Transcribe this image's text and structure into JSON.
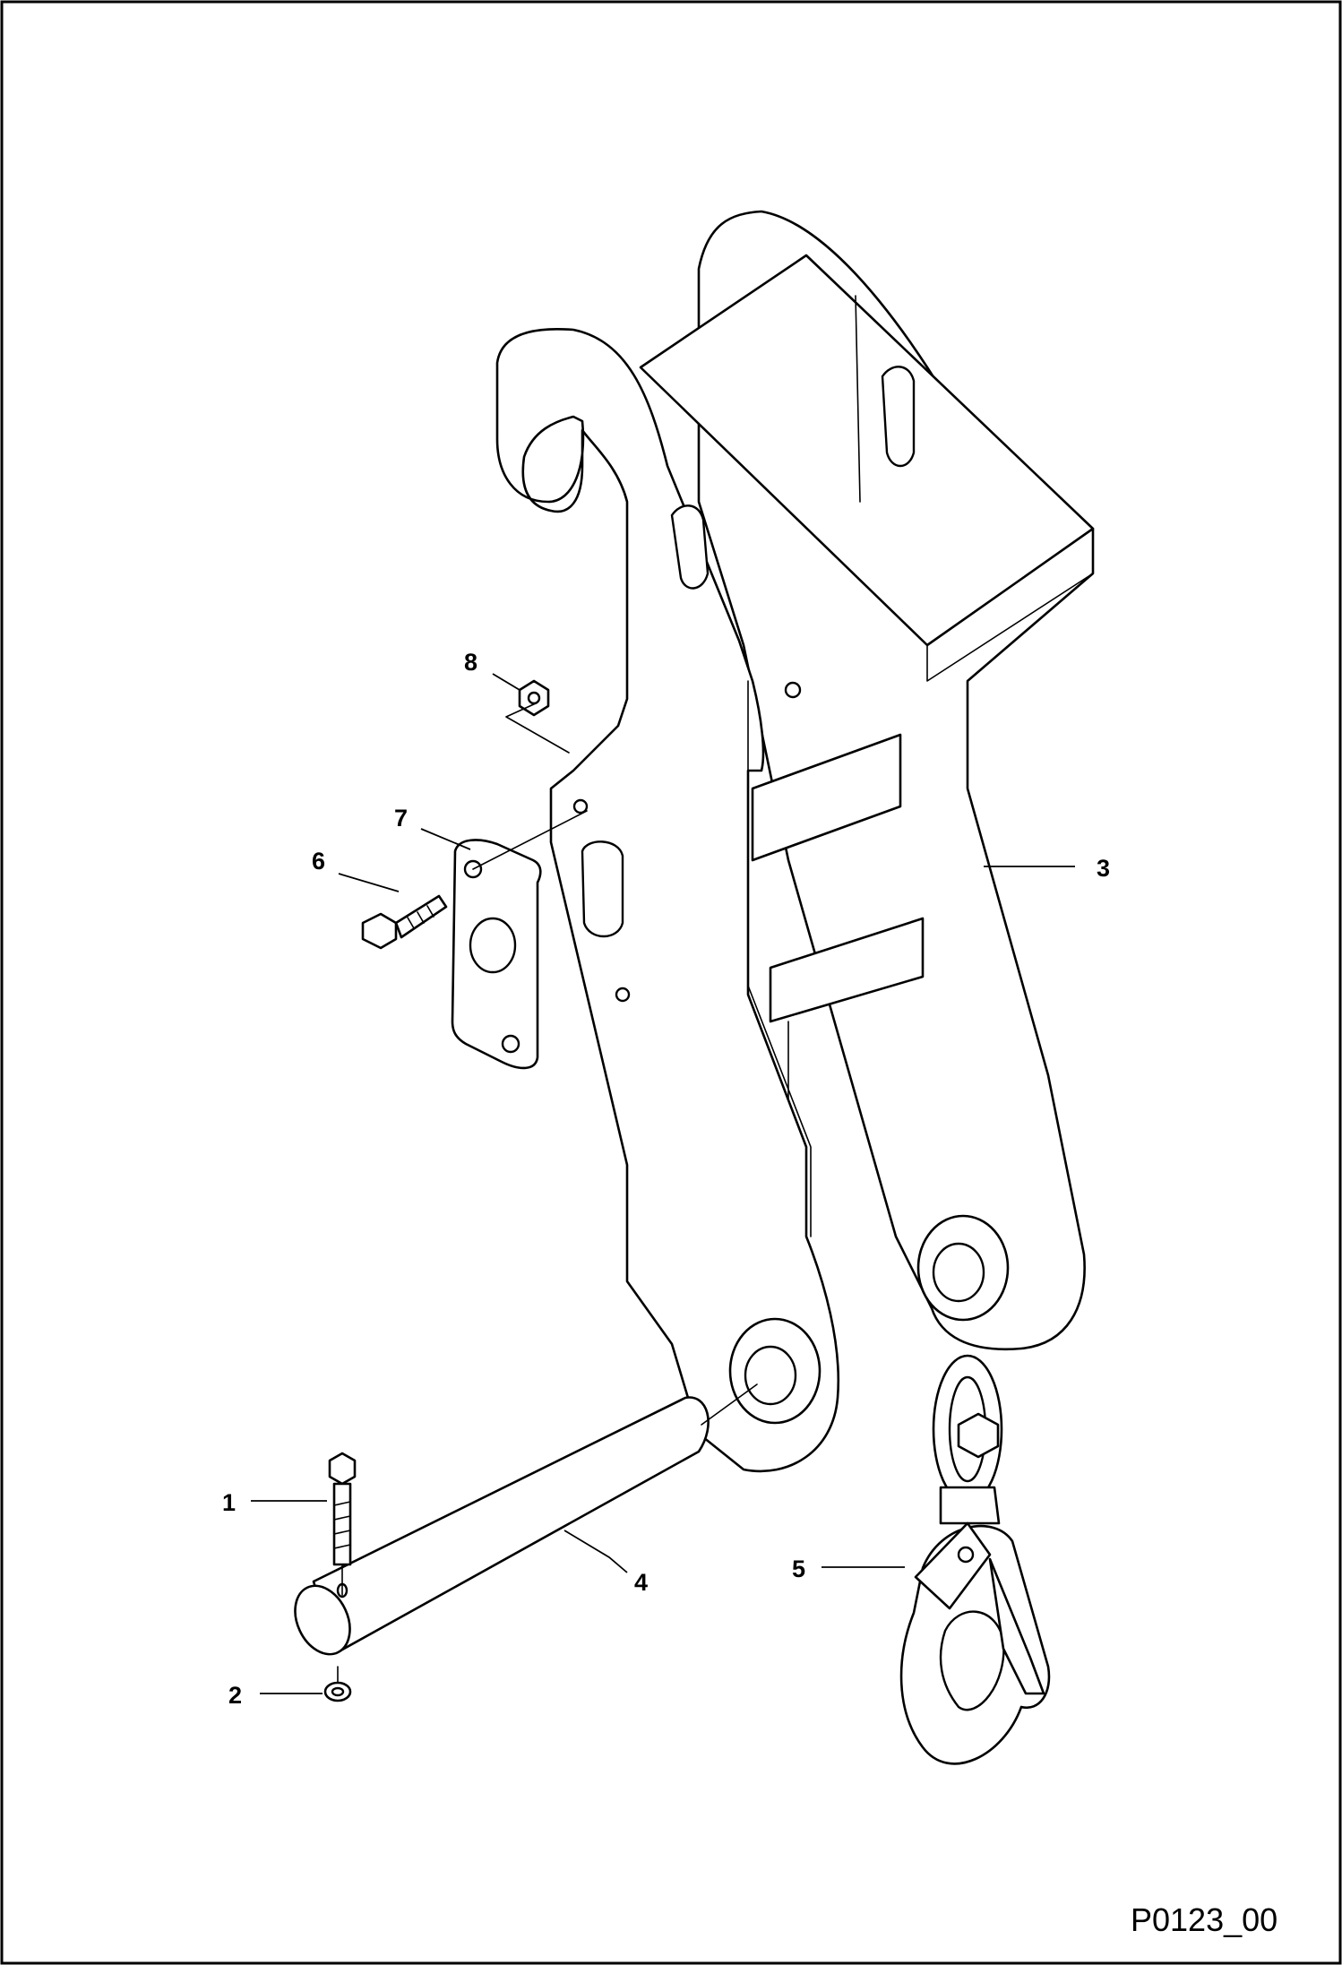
{
  "drawing_id": "P0123_00",
  "callouts": [
    {
      "number": "1",
      "part": "bolt"
    },
    {
      "number": "2",
      "part": "nut"
    },
    {
      "number": "3",
      "part": "lift bracket"
    },
    {
      "number": "4",
      "part": "pin"
    },
    {
      "number": "5",
      "part": "swivel hook"
    },
    {
      "number": "6",
      "part": "bolt"
    },
    {
      "number": "7",
      "part": "plate"
    },
    {
      "number": "8",
      "part": "nut"
    }
  ]
}
